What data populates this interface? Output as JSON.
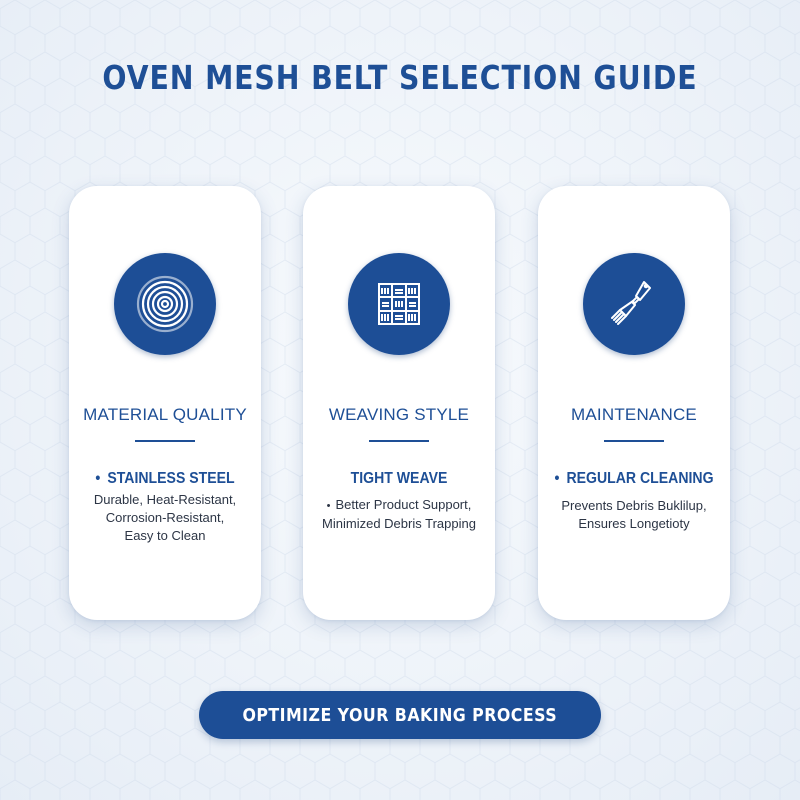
{
  "header": {
    "title": "OVEN MESH BELT SELECTION GUIDE"
  },
  "colors": {
    "primary": "#1d4e96",
    "text_dark": "#2c3545",
    "card_bg": "#ffffff",
    "page_bg": "#eef3f9"
  },
  "cards": [
    {
      "icon": "concentric-rings-icon",
      "title": "MATERIAL QUALITY",
      "subtitle": "STAINLESS STEEL",
      "subtitle_bullet": "•",
      "details": [
        "Durable, Heat-Resistant,",
        "Corrosion-Resistant,",
        "Easy to Clean"
      ]
    },
    {
      "icon": "woven-mesh-icon",
      "title": "WEAVING STYLE",
      "subtitle": "TIGHT WEAVE",
      "details_bullet": "•",
      "details": [
        "Better Product Support,",
        "Minimized Debris Trapping"
      ]
    },
    {
      "icon": "scraper-brush-icon",
      "title": "MAINTENANCE",
      "subtitle": "REGULAR CLEANING",
      "subtitle_bullet": "•",
      "details": [
        "Prevents Debris Buklilup,",
        "Ensures Longetioty"
      ]
    }
  ],
  "cta": {
    "label": "OPTIMIZE YOUR BAKING PROCESS"
  }
}
